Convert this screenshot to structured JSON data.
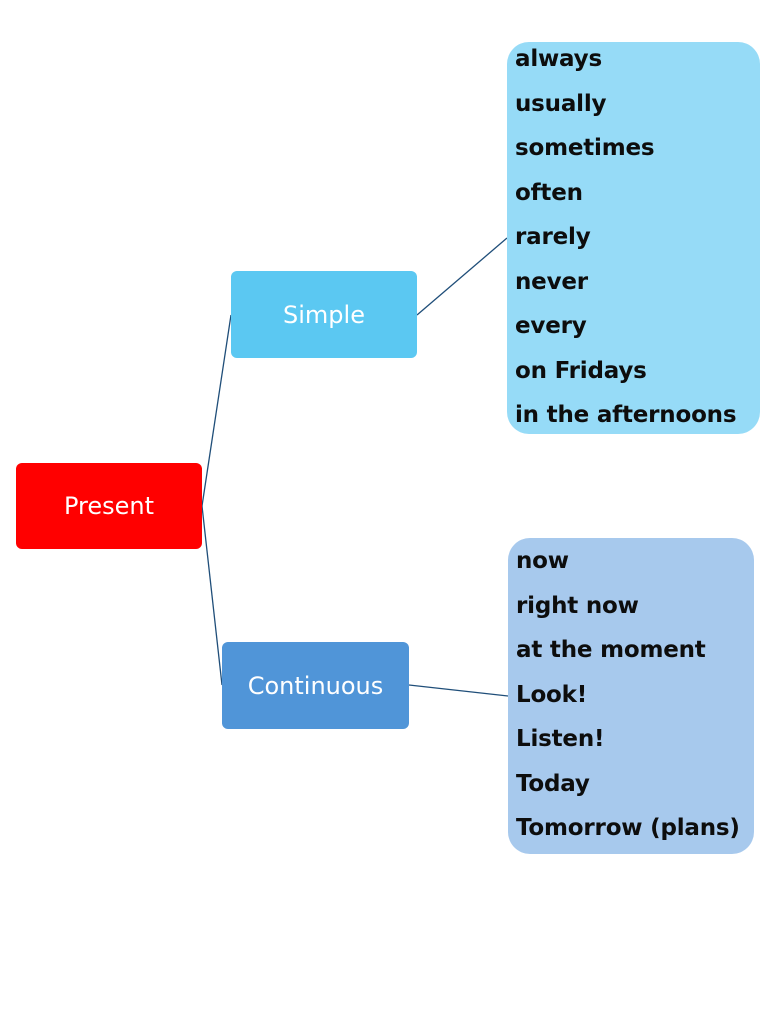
{
  "colors": {
    "present": "#ff0000",
    "simple": "#5bc8f2",
    "continuous": "#5095d8",
    "simple_box": "#96dbf7",
    "continuous_box": "#a7c9ed",
    "connector": "#1f4e79"
  },
  "nodes": {
    "present": "Present",
    "simple": "Simple",
    "continuous": "Continuous"
  },
  "simple_words": [
    "always",
    "usually",
    "sometimes",
    "often",
    "rarely",
    "never",
    "every",
    "on Fridays",
    "in the afternoons"
  ],
  "continuous_words": [
    "now",
    "right now",
    "at the moment",
    "Look!",
    "Listen!",
    "Today",
    "Tomorrow (plans)"
  ]
}
